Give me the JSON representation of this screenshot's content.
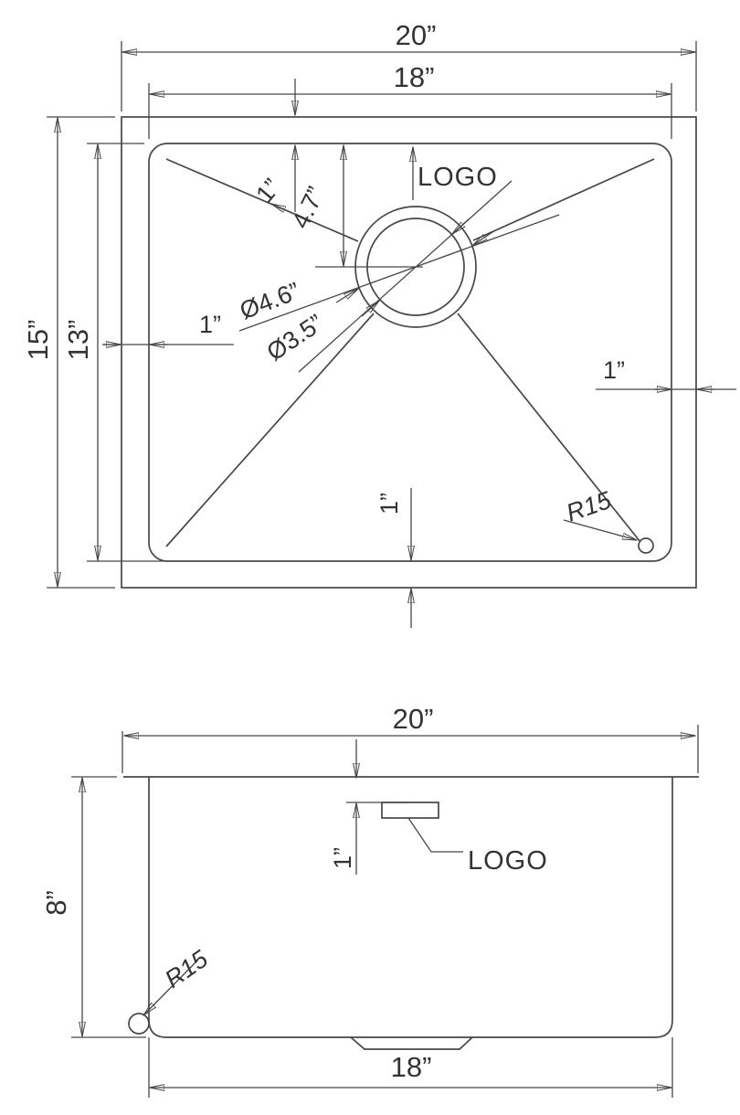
{
  "colors": {
    "line": "#474747",
    "text": "#333333",
    "background": "#ffffff"
  },
  "top": {
    "labels": {
      "overall_width": "20”",
      "bowl_width": "18”",
      "overall_depth": "15”",
      "bowl_depth": "13”",
      "rim_left": "1”",
      "rim_right": "1”",
      "rim_top": "1”",
      "rim_bottom": "1”",
      "drain_from_back": "4.7”",
      "drain_flange_dia": "Ø4.6”",
      "drain_hole_dia": "Ø3.5”",
      "corner_radius": "R15",
      "logo": "LOGO"
    }
  },
  "front": {
    "labels": {
      "overall_width": "20”",
      "bowl_width": "18”",
      "depth": "8”",
      "logo_from_rim": "1”",
      "corner_radius": "R15",
      "logo": "LOGO"
    }
  }
}
